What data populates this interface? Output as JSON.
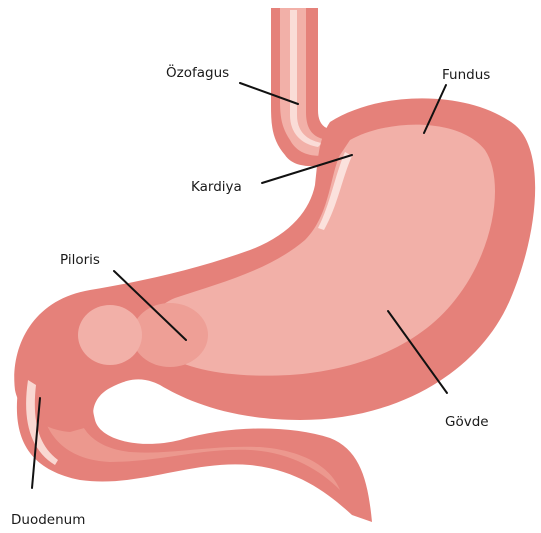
{
  "diagram": {
    "labels": {
      "ozofagus": "Özofagus",
      "fundus": "Fundus",
      "kardiya": "Kardiya",
      "piloris": "Piloris",
      "govde": "Gövde",
      "duodenum": "Duodenum"
    },
    "colors": {
      "outer": "#e5817a",
      "inner": "#f2b0a8",
      "highlight": "#fbe1dc",
      "line": "#111111"
    }
  }
}
